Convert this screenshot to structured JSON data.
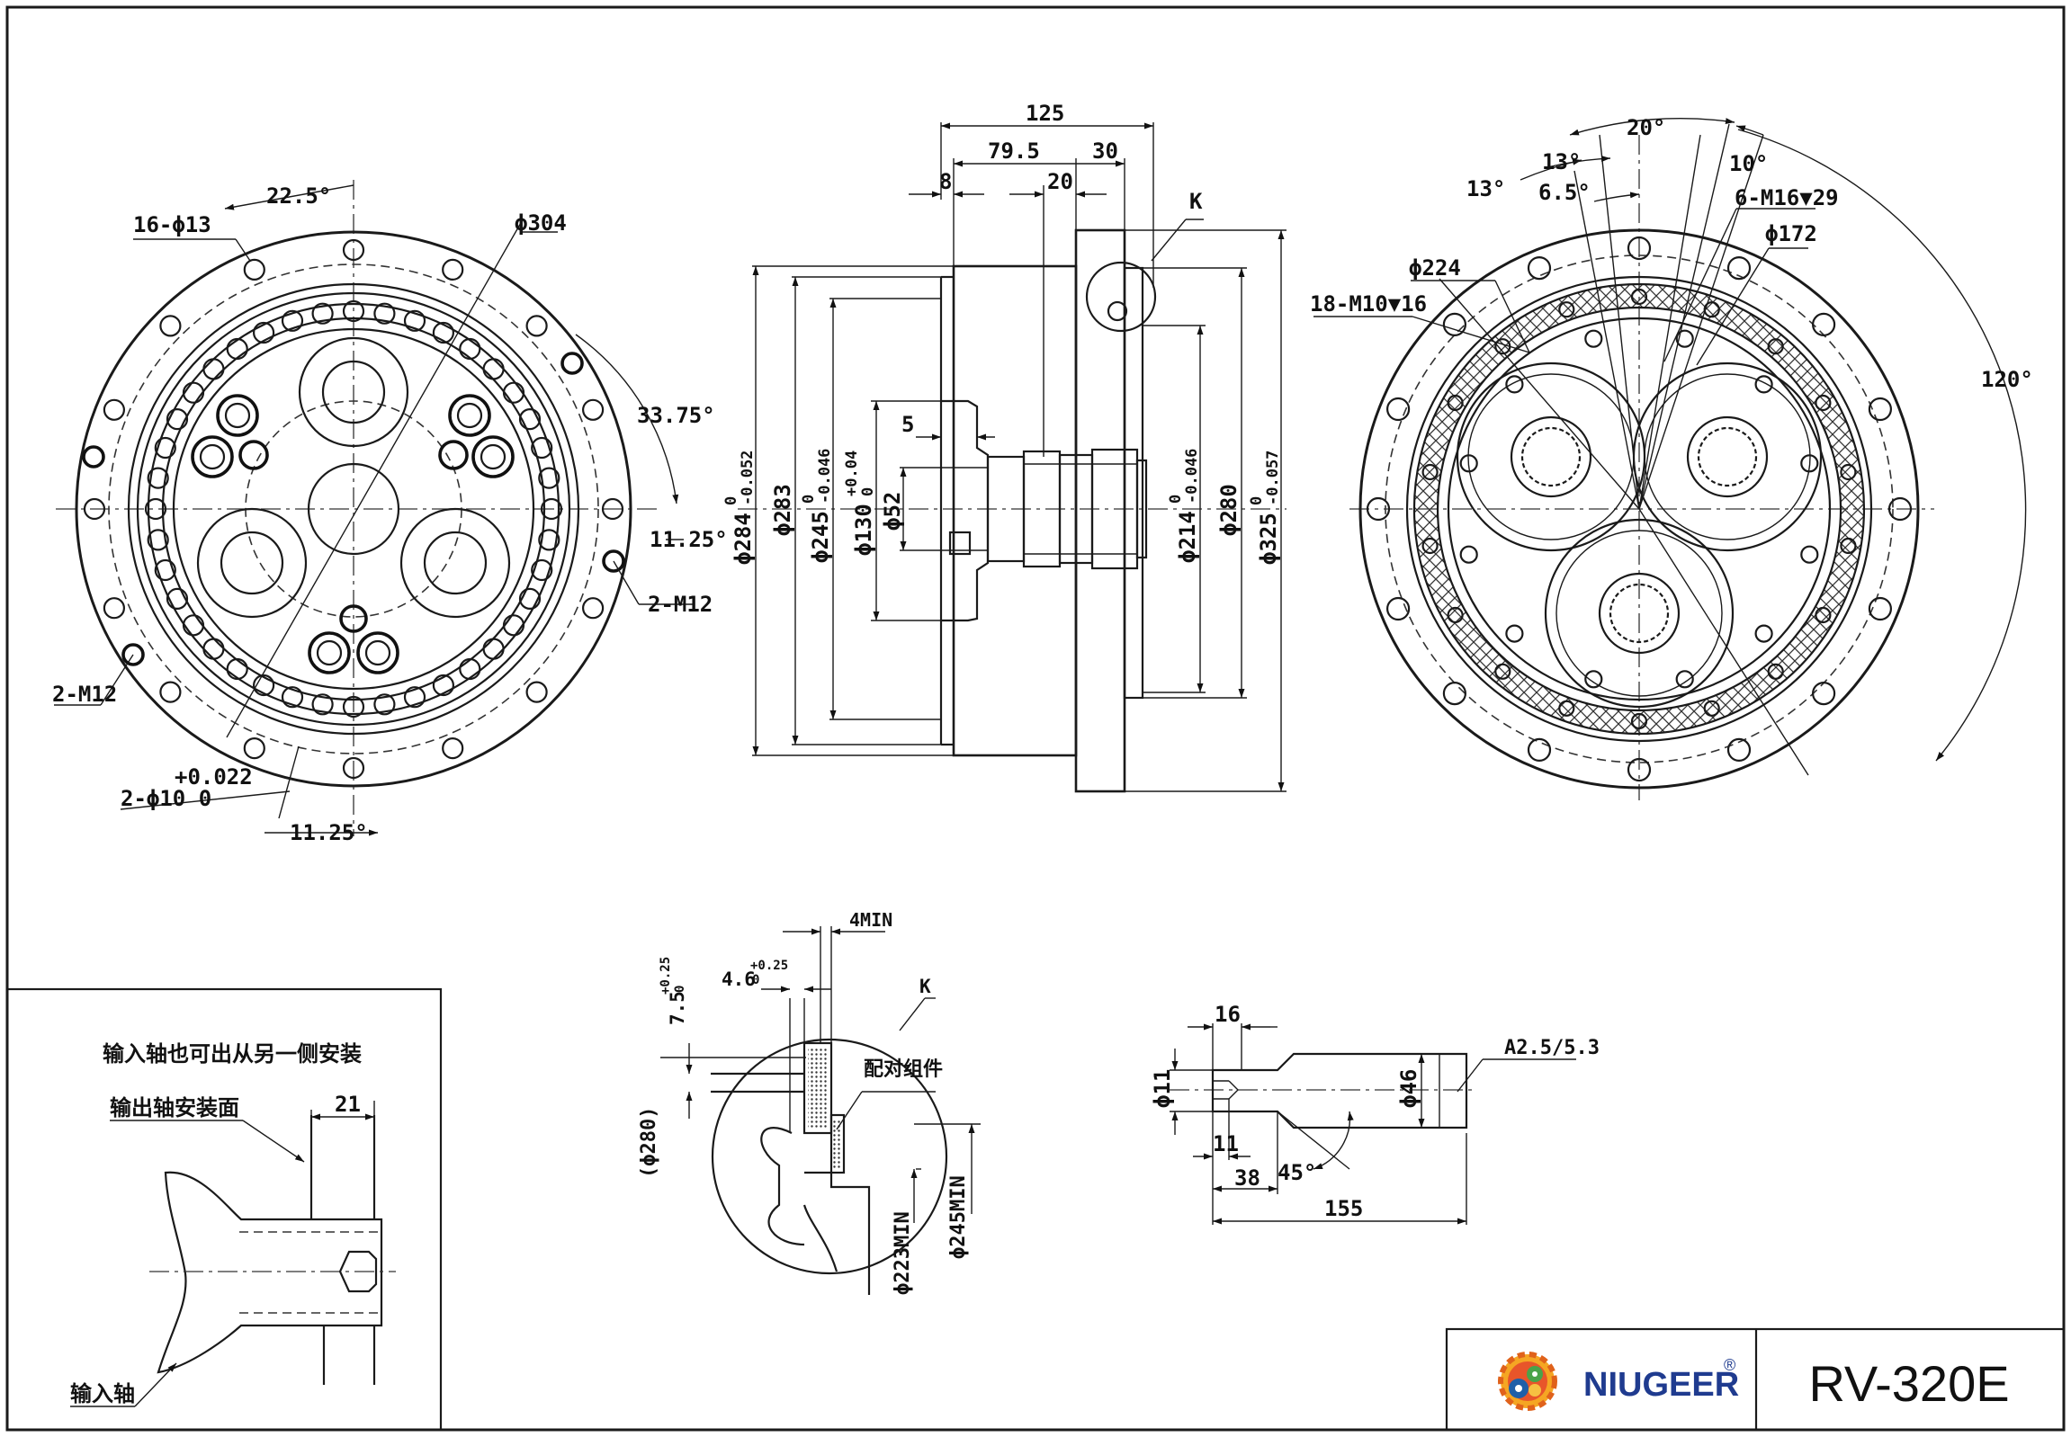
{
  "title_block": {
    "brand": "NIUGEER",
    "registered_mark": "®",
    "model": "RV-320E"
  },
  "front_view": {
    "holes_outer": "16-ϕ13",
    "angle_top": "22.5°",
    "dia_outer": "ϕ304",
    "angle_right": "33.75°",
    "angle_small_right": "11.25°",
    "thread_right": "2-M12",
    "thread_left": "2-M12",
    "pin_tol": "+0.022",
    "pin_holes": "2-ϕ10 0",
    "angle_bottom": "11.25°"
  },
  "section_view": {
    "len_total": "125",
    "len_79": "79.5",
    "len_30": "30",
    "len_8": "8",
    "len_20": "20",
    "detail_k": "K",
    "len_5": "5",
    "dia_284": "ϕ284",
    "tol_284_up": "0",
    "tol_284_dn": "-0.052",
    "dia_283": "ϕ283",
    "dia_245": "ϕ245",
    "tol_245_up": "0",
    "tol_245_dn": "-0.046",
    "dia_130": "ϕ130",
    "tol_130_up": "+0.04",
    "tol_130_dn": "0",
    "dia_52": "ϕ52",
    "dia_214": "ϕ214",
    "tol_214_up": "0",
    "tol_214_dn": "-0.046",
    "dia_280": "ϕ280",
    "dia_325": "ϕ325",
    "tol_325_up": "0",
    "tol_325_dn": "-0.057"
  },
  "rear_view": {
    "angle_20": "20°",
    "angle_13a": "13°",
    "angle_13b": "13°",
    "angle_10": "10°",
    "angle_6_5": "6.5°",
    "tap_6": "6-M16▼29",
    "dia_172": "ϕ172",
    "dia_224": "ϕ224",
    "tap_18": "18-M10▼16",
    "angle_120": "120°"
  },
  "detail_k_view": {
    "min_4": "4MIN",
    "dim_4_6": "4.6",
    "tol_4_6_up": "+0.25",
    "tol_4_6_dn": "0",
    "label_k": "K",
    "dim_7_5": "7.5",
    "tol_7_5_up": "+0.25",
    "tol_7_5_dn": "0",
    "mating_part": "配对组件",
    "dia_280_ref": "(ϕ280)",
    "dia_245_min": "ϕ245MIN",
    "dia_223_min": "ϕ223MIN"
  },
  "shaft_view": {
    "len_16": "16",
    "center_hole": "A2.5/5.3",
    "dia_11": "ϕ11",
    "dia_46": "ϕ46",
    "len_11": "11",
    "len_38": "38",
    "chamfer": "45°",
    "len_155": "155"
  },
  "install_note": {
    "note": "输入轴也可出从另一侧安装",
    "output_face": "输出轴安装面",
    "dim_21": "21",
    "input_shaft": "输入轴"
  }
}
